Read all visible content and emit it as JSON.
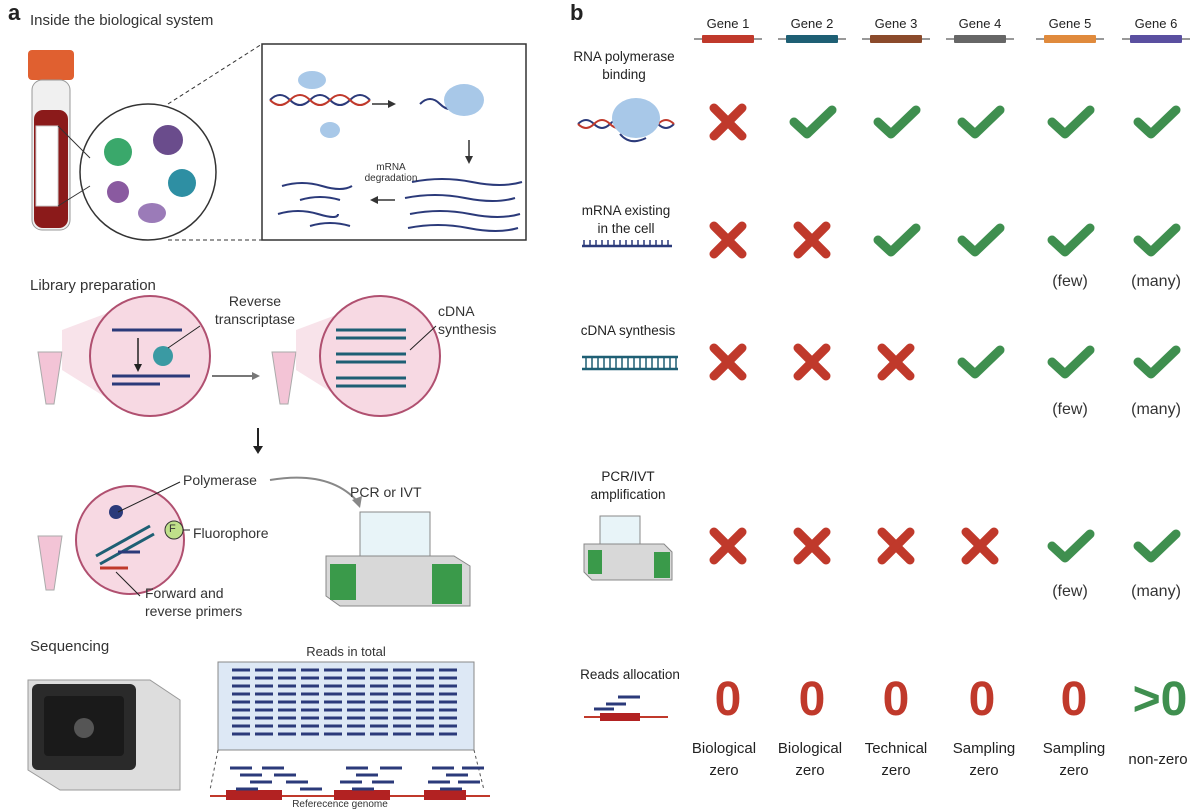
{
  "panel_a": {
    "letter": "a",
    "inside_title": "Inside the biological system",
    "mrna_degradation": "mRNA\ndegradation",
    "library_title": "Library preparation",
    "reverse_transcriptase": "Reverse\ntranscriptase",
    "cdna_synthesis": "cDNA\nsynthesis",
    "polymerase": "Polymerase",
    "fluorophore": "Fluorophore",
    "fluorophore_letter": "F",
    "primers": "Forward and\nreverse primers",
    "pcr_or_ivt": "PCR or IVT",
    "sequencing_title": "Sequencing",
    "reads_in_total": "Reads in total",
    "reference_genome": "Referecence genome"
  },
  "panel_b": {
    "letter": "b",
    "genes": [
      "Gene 1",
      "Gene 2",
      "Gene 3",
      "Gene 4",
      "Gene 5",
      "Gene 6"
    ],
    "gene_colors": [
      "#c0392b",
      "#1e5f74",
      "#8b4a2b",
      "#666666",
      "#e08a3c",
      "#5a4fa0"
    ],
    "rows": [
      {
        "label": "RNA polymerase\nbinding",
        "marks": [
          "x",
          "check",
          "check",
          "check",
          "check",
          "check"
        ],
        "notes": [
          "",
          "",
          "",
          "",
          "",
          ""
        ]
      },
      {
        "label": "mRNA existing\nin the cell",
        "marks": [
          "x",
          "x",
          "check",
          "check",
          "check",
          "check"
        ],
        "notes": [
          "",
          "",
          "",
          "",
          "(few)",
          "(many)"
        ]
      },
      {
        "label": "cDNA synthesis",
        "marks": [
          "x",
          "x",
          "x",
          "check",
          "check",
          "check"
        ],
        "notes": [
          "",
          "",
          "",
          "",
          "(few)",
          "(many)"
        ]
      },
      {
        "label": "PCR/IVT\namplification",
        "marks": [
          "x",
          "x",
          "x",
          "x",
          "check",
          "check"
        ],
        "notes": [
          "",
          "",
          "",
          "",
          "(few)",
          "(many)"
        ]
      },
      {
        "label": "Reads allocation",
        "marks": [],
        "notes": []
      }
    ],
    "zeros": [
      "0",
      "0",
      "0",
      "0",
      "0",
      ">0"
    ],
    "zero_labels": [
      "Biological\nzero",
      "Biological\nzero",
      "Technical\nzero",
      "Sampling\nzero",
      "Sampling\nzero",
      "non-zero"
    ],
    "colors": {
      "red": "#c0392b",
      "green": "#3f8f4f"
    }
  }
}
